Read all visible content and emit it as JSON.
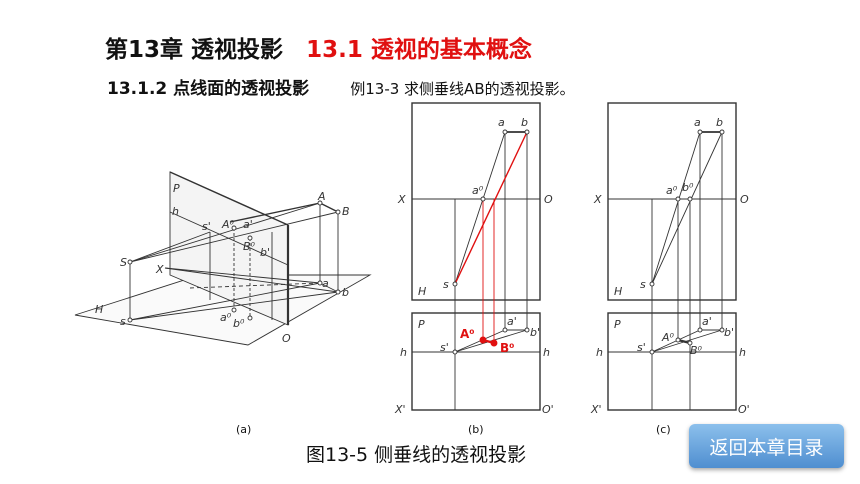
{
  "header": {
    "chapter": "第13章  透视投影",
    "section": "13.1  透视的基本概念",
    "subsection": "13.1.2 点线面的透视投影",
    "example": "例13-3 求侧垂线AB的透视投影。"
  },
  "figures": {
    "a": {
      "label": "(a)",
      "letters": {
        "P": "P",
        "H": "H",
        "h": "h",
        "S": "S",
        "s": "s",
        "X": "X",
        "O": "O",
        "s1": "s'",
        "A0": "A⁰",
        "a1": "a'",
        "B0": "B⁰",
        "b1": "b'",
        "A": "A",
        "B": "B",
        "a": "a",
        "b": "b",
        "a0": "a⁰",
        "b0": "b⁰"
      }
    },
    "b": {
      "label": "(b)",
      "letters": {
        "a": "a",
        "b": "b",
        "X": "X",
        "O": "O",
        "a0": "a⁰",
        "s": "s",
        "H": "H",
        "P": "P",
        "a1": "a'",
        "b1": "b'",
        "A0": "A⁰",
        "B0": "B⁰",
        "h": "h",
        "s1": "s'",
        "hr": "h",
        "X1": "X'",
        "O1": "O'"
      }
    },
    "c": {
      "label": "(c)",
      "letters": {
        "a": "a",
        "b": "b",
        "X": "X",
        "O": "O",
        "a0": "a⁰",
        "b0": "b⁰",
        "s": "s",
        "H": "H",
        "P": "P",
        "a1": "a'",
        "b1": "b'",
        "A0": "A⁰",
        "B0": "B⁰",
        "h": "h",
        "s1": "s'",
        "hr": "h",
        "X1": "X'",
        "O1": "O'"
      }
    }
  },
  "caption": "图13-5 侧垂线的透视投影",
  "back_button": "返回本章目录",
  "colors": {
    "accent": "#e01010",
    "button": "#5b9bd5",
    "line": "#333333"
  }
}
